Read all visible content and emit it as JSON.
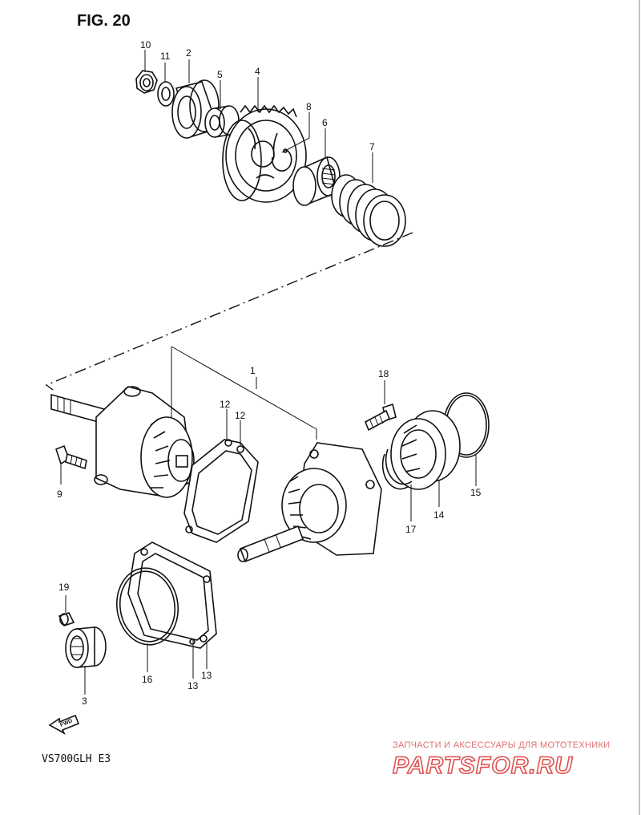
{
  "figure_title": "FIG. 20",
  "model_code": "VS700GLH  E3",
  "fwd_label": "FWD",
  "watermark": {
    "caption": "ЗАПЧАСТИ И АКСЕССУАРЫ ДЛЯ МОТОТЕХНИКИ",
    "brand": "PARTSFOR.RU"
  },
  "callouts": {
    "p10": "10",
    "p11": "11",
    "p2": "2",
    "p5": "5",
    "p4": "4",
    "p8": "8",
    "p6": "6",
    "p7": "7",
    "p1": "1",
    "p18": "18",
    "p12a": "12",
    "p12b": "12",
    "p9": "9",
    "p15": "15",
    "p14": "14",
    "p17": "17",
    "p19": "19",
    "p3": "3",
    "p16": "16",
    "p13a": "13",
    "p13b": "13"
  }
}
